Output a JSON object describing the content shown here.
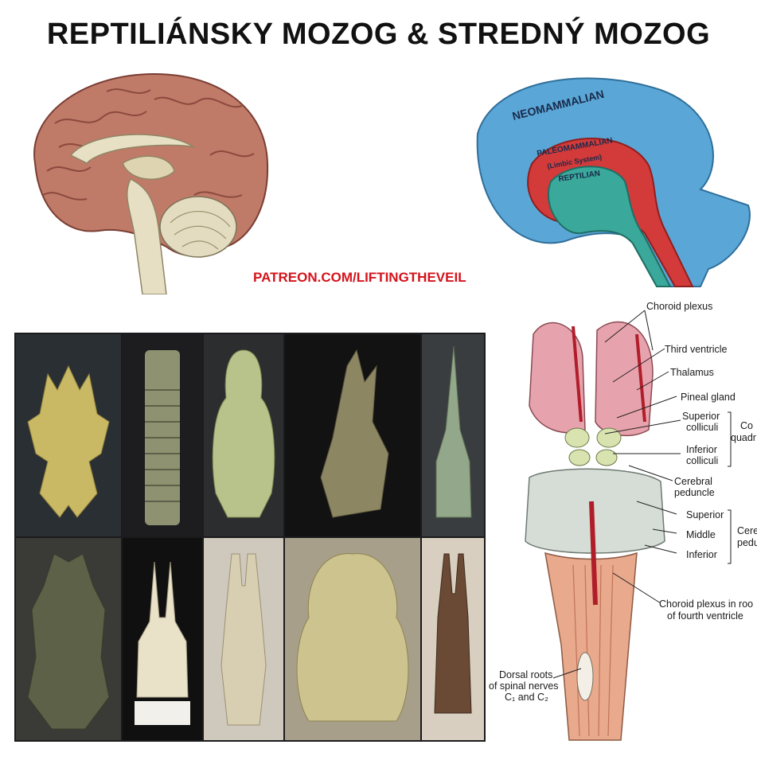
{
  "title": "REPTILIÁNSKY MOZOG & STREDNÝ MOZOG",
  "watermark": "PATREON.COM/LIFTINGTHEVEIL",
  "triune_diagram": {
    "outer": "NEOMAMMALIAN",
    "middle_line1": "PALEOMAMMALIAN",
    "middle_line2": "(Limbic System)",
    "inner": "REPTILIAN",
    "colors": {
      "outer": "#5aa6d6",
      "middle": "#d33a3a",
      "inner": "#3aa89a"
    }
  },
  "brainstem_labels": {
    "choroid_plexus": "Choroid plexus",
    "third_ventricle": "Third ventricle",
    "thalamus": "Thalamus",
    "pineal_gland": "Pineal gland",
    "superior_colliculi_1": "Superior",
    "superior_colliculi_2": "colliculi",
    "inferior_colliculi_1": "Inferior",
    "inferior_colliculi_2": "colliculi",
    "quadrigemina_1": "Co",
    "quadrigemina_2": "quadr",
    "cerebral_peduncle_1": "Cerebral",
    "cerebral_peduncle_2": "peduncle",
    "superior": "Superior",
    "middle": "Middle",
    "inferior": "Inferior",
    "cerebellar_peduncles_1": "Cere",
    "cerebellar_peduncles_2": "pedu",
    "choroid_fourth_1": "Choroid plexus in roo",
    "choroid_fourth_2": "of fourth ventricle",
    "dorsal_roots_1": "Dorsal roots",
    "dorsal_roots_2": "of spinal nerves",
    "dorsal_roots_3": "C₁ and C₂"
  },
  "artifact_photos": [
    {
      "shape": "owl-winged-figure",
      "color": "#c9b864"
    },
    {
      "shape": "ribbed-pillar",
      "color": "#8f9270"
    },
    {
      "shape": "seated-figure",
      "color": "#b7c38a"
    },
    {
      "shape": "crested-figure",
      "color": "#8c8663"
    },
    {
      "shape": "pointed-seated-figure",
      "color": "#93a88a"
    },
    {
      "shape": "horned-mask",
      "color": "#5d6147"
    },
    {
      "shape": "seated-figure-white",
      "color": "#e9e2c8"
    },
    {
      "shape": "tall-figure",
      "color": "#d8cfb3"
    },
    {
      "shape": "crouching-figure",
      "color": "#cdc38f"
    },
    {
      "shape": "eared-figure",
      "color": "#6a4a34"
    }
  ]
}
